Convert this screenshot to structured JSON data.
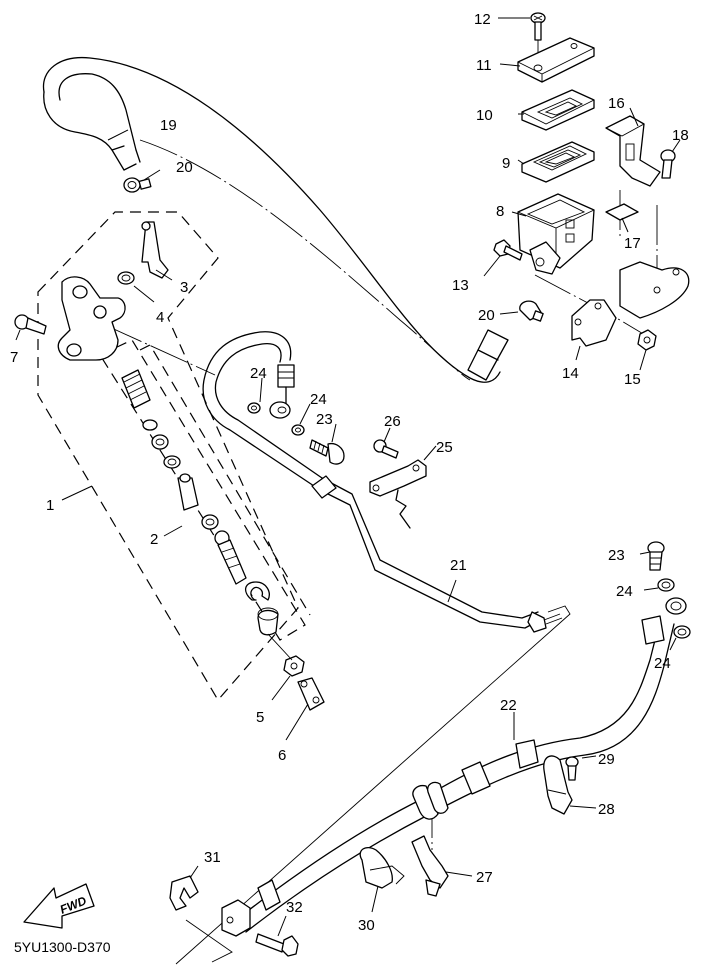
{
  "diagram": {
    "type": "exploded parts diagram",
    "subject": "rear brake master cylinder assembly",
    "drawing_code": "5YU1300-D370",
    "direction_indicator": "FWD",
    "callouts": [
      {
        "id": "c1",
        "number": "1",
        "part": "master cylinder sub assy (outer dashed group)"
      },
      {
        "id": "c2",
        "number": "2",
        "part": "master cylinder kit (inner dashed group)"
      },
      {
        "id": "c3",
        "number": "3",
        "part": "hose joint"
      },
      {
        "id": "c4",
        "number": "4",
        "part": "grommet"
      },
      {
        "id": "c5",
        "number": "5",
        "part": "nut"
      },
      {
        "id": "c6",
        "number": "6",
        "part": "joint / clevis"
      },
      {
        "id": "c7",
        "number": "7",
        "part": "bolt"
      },
      {
        "id": "c8",
        "number": "8",
        "part": "reservoir tank"
      },
      {
        "id": "c9",
        "number": "9",
        "part": "diaphragm"
      },
      {
        "id": "c10",
        "number": "10",
        "part": "diaphragm holder"
      },
      {
        "id": "c11",
        "number": "11",
        "part": "reservoir cap"
      },
      {
        "id": "c12",
        "number": "12",
        "part": "screw"
      },
      {
        "id": "c13",
        "number": "13",
        "part": "bolt"
      },
      {
        "id": "c14",
        "number": "14",
        "part": "bracket"
      },
      {
        "id": "c15",
        "number": "15",
        "part": "nut"
      },
      {
        "id": "c16",
        "number": "16",
        "part": "cover"
      },
      {
        "id": "c17",
        "number": "17",
        "part": "damper"
      },
      {
        "id": "c18",
        "number": "18",
        "part": "screw"
      },
      {
        "id": "c19",
        "number": "19",
        "part": "reservoir hose"
      },
      {
        "id": "c20a",
        "number": "20",
        "part": "hose clip (upper)"
      },
      {
        "id": "c20b",
        "number": "20",
        "part": "hose clip (lower)"
      },
      {
        "id": "c21",
        "number": "21",
        "part": "brake pipe"
      },
      {
        "id": "c22",
        "number": "22",
        "part": "brake hose"
      },
      {
        "id": "c23a",
        "number": "23",
        "part": "union bolt (upper)"
      },
      {
        "id": "c23b",
        "number": "23",
        "part": "union bolt (right)"
      },
      {
        "id": "c24a",
        "number": "24",
        "part": "copper washer"
      },
      {
        "id": "c24b",
        "number": "24",
        "part": "copper washer"
      },
      {
        "id": "c24c",
        "number": "24",
        "part": "copper washer"
      },
      {
        "id": "c24d",
        "number": "24",
        "part": "copper washer"
      },
      {
        "id": "c25",
        "number": "25",
        "part": "pipe holder bracket"
      },
      {
        "id": "c26",
        "number": "26",
        "part": "screw"
      },
      {
        "id": "c27",
        "number": "27",
        "part": "hose clamp"
      },
      {
        "id": "c28",
        "number": "28",
        "part": "hose holder"
      },
      {
        "id": "c29",
        "number": "29",
        "part": "screw"
      },
      {
        "id": "c30",
        "number": "30",
        "part": "hose guide"
      },
      {
        "id": "c31",
        "number": "31",
        "part": "clip"
      },
      {
        "id": "c32",
        "number": "32",
        "part": "bolt"
      }
    ]
  }
}
